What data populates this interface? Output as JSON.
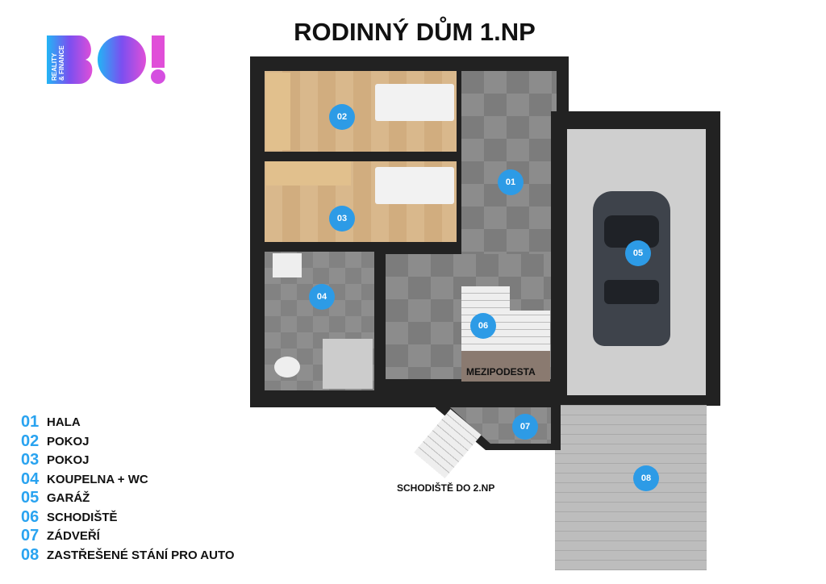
{
  "title": "RODINNÝ DŮM 1.NP",
  "logo": {
    "text": "BO!",
    "subtitle": "REALITY & FINANCE"
  },
  "colors": {
    "marker": "#2d9be6",
    "legend_number": "#29a3f0"
  },
  "rooms": [
    {
      "num": "01",
      "name": "HALA"
    },
    {
      "num": "02",
      "name": "POKOJ"
    },
    {
      "num": "03",
      "name": "POKOJ"
    },
    {
      "num": "04",
      "name": "KOUPELNA + WC"
    },
    {
      "num": "05",
      "name": "GARÁŽ"
    },
    {
      "num": "06",
      "name": "SCHODIŠTĚ"
    },
    {
      "num": "07",
      "name": "ZÁDVEŘÍ"
    },
    {
      "num": "08",
      "name": "ZASTŘEŠENÉ STÁNÍ PRO AUTO"
    }
  ],
  "labels": {
    "landing": "MEZIPODESTA",
    "stairs_up": "SCHODIŠTĚ DO 2.NP"
  }
}
